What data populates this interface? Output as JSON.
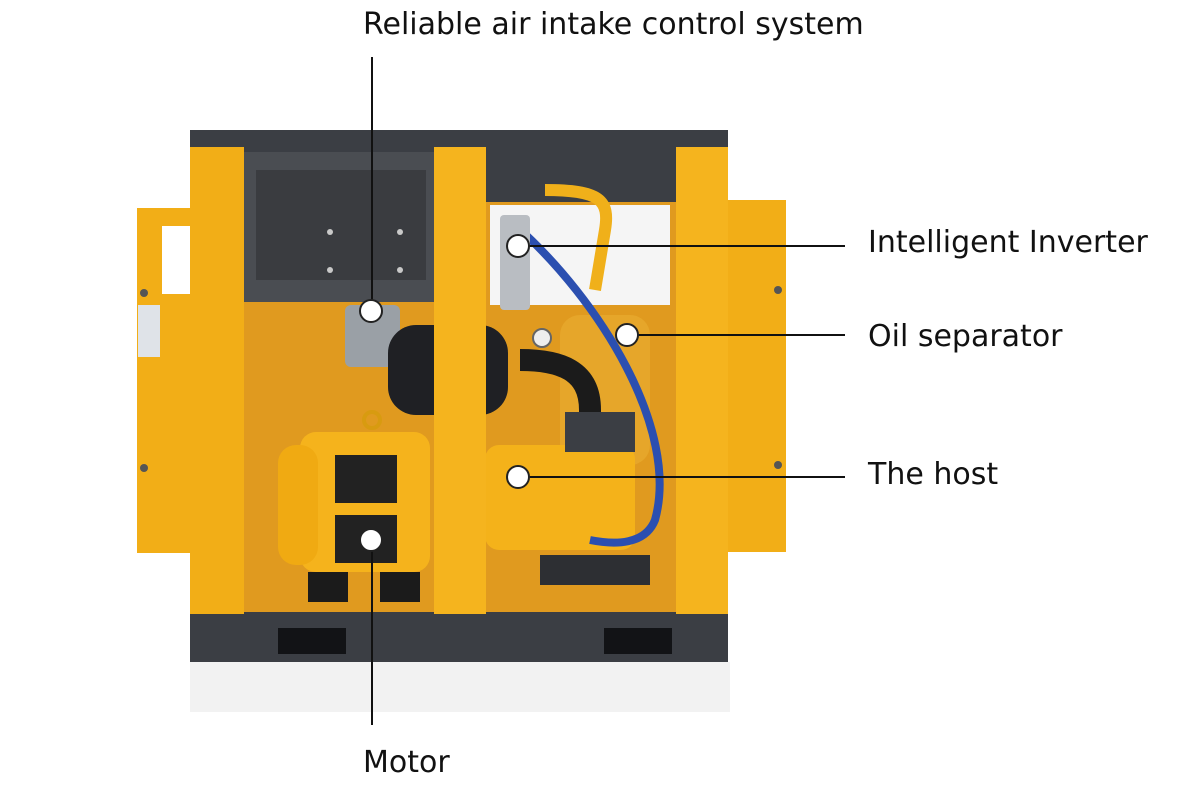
{
  "diagram": {
    "callouts": {
      "intake": "Reliable air intake control system",
      "inverter": "Intelligent Inverter",
      "oil_separator": "Oil separator",
      "host": "The host",
      "motor": "Motor"
    }
  },
  "colors": {
    "cabinet_yellow": "#f2ae17",
    "cabinet_dark": "#3b3e44",
    "hose_blue": "#2b4fb0",
    "interior_orange": "#d98a12"
  }
}
